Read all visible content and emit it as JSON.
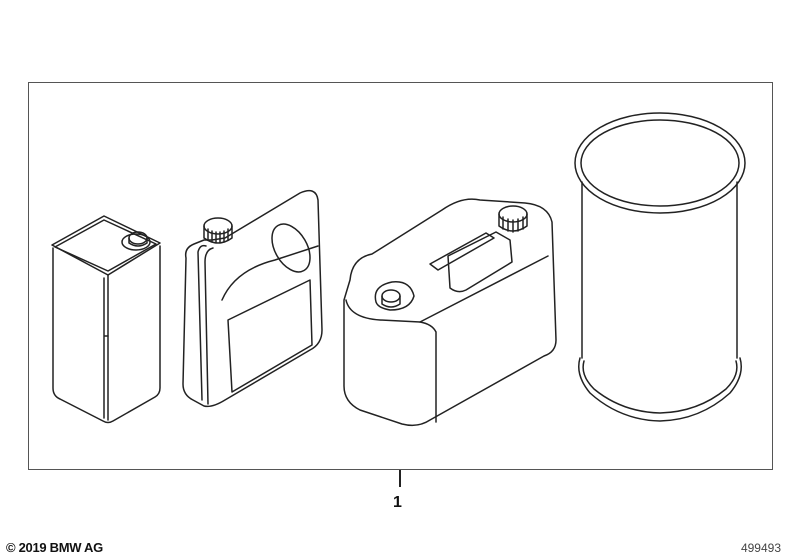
{
  "diagram": {
    "items": [
      {
        "name": "square-oil-can"
      },
      {
        "name": "oil-jug-with-handle"
      },
      {
        "name": "jerry-can"
      },
      {
        "name": "drum-barrel"
      }
    ],
    "callout": {
      "label": "1"
    },
    "copyright": "© 2019 BMW AG",
    "diagram_id": "499493",
    "colors": {
      "line": "#222222",
      "frame": "#555555",
      "background": "#ffffff"
    }
  }
}
